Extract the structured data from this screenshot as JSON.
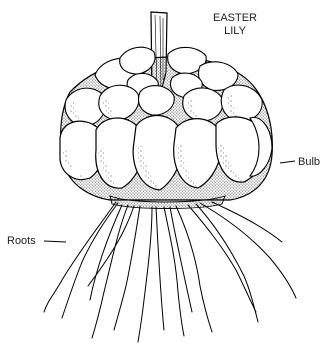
{
  "diagram": {
    "title_line1": "EASTER",
    "title_line2": "LILY",
    "labels": {
      "bulb": "Bulb",
      "roots": "Roots"
    },
    "parts": [
      "stem",
      "scales",
      "basal-plate",
      "roots"
    ]
  }
}
